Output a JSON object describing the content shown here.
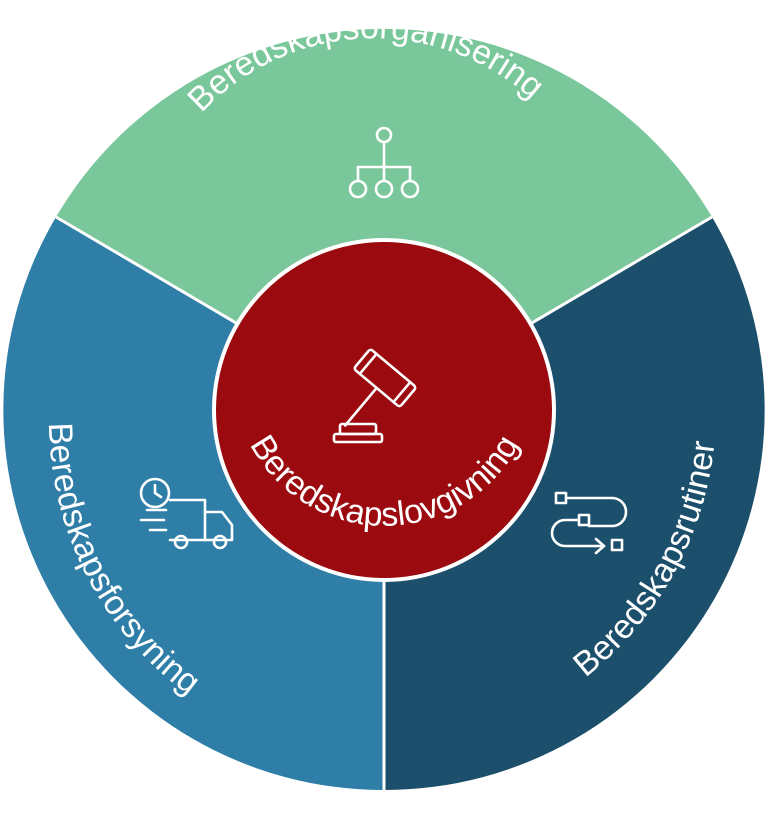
{
  "diagram": {
    "center": {
      "label": "Beredskapslovgivning",
      "icon": "gavel-icon",
      "color": "#9b0a0e"
    },
    "segments": [
      {
        "key": "top",
        "label": "Beredskapsorganisering",
        "icon": "org-chart-icon",
        "color": "#7ac79b"
      },
      {
        "key": "left",
        "label": "Beredskapsforsyning",
        "icon": "delivery-truck-clock-icon",
        "color": "#2f7ea8"
      },
      {
        "key": "right",
        "label": "Beredskapsrutiner",
        "icon": "workflow-route-icon",
        "color": "#1b4f6b"
      }
    ]
  }
}
